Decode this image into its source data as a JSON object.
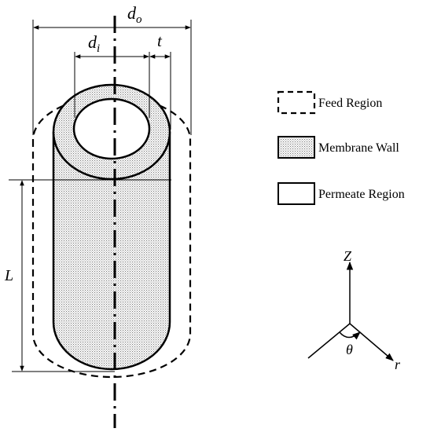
{
  "dimensions": {
    "outer_diameter": {
      "symbol": "d",
      "subscript": "o"
    },
    "inner_diameter": {
      "symbol": "d",
      "subscript": "i"
    },
    "thickness": "t",
    "length": "L"
  },
  "legend": [
    {
      "label": "Feed Region",
      "style": "dashed"
    },
    {
      "label": "Membrane Wall",
      "style": "dotted-fill"
    },
    {
      "label": "Permeate Region",
      "style": "solid"
    }
  ],
  "axes": {
    "z": "Z",
    "r": "r",
    "theta": "θ"
  }
}
